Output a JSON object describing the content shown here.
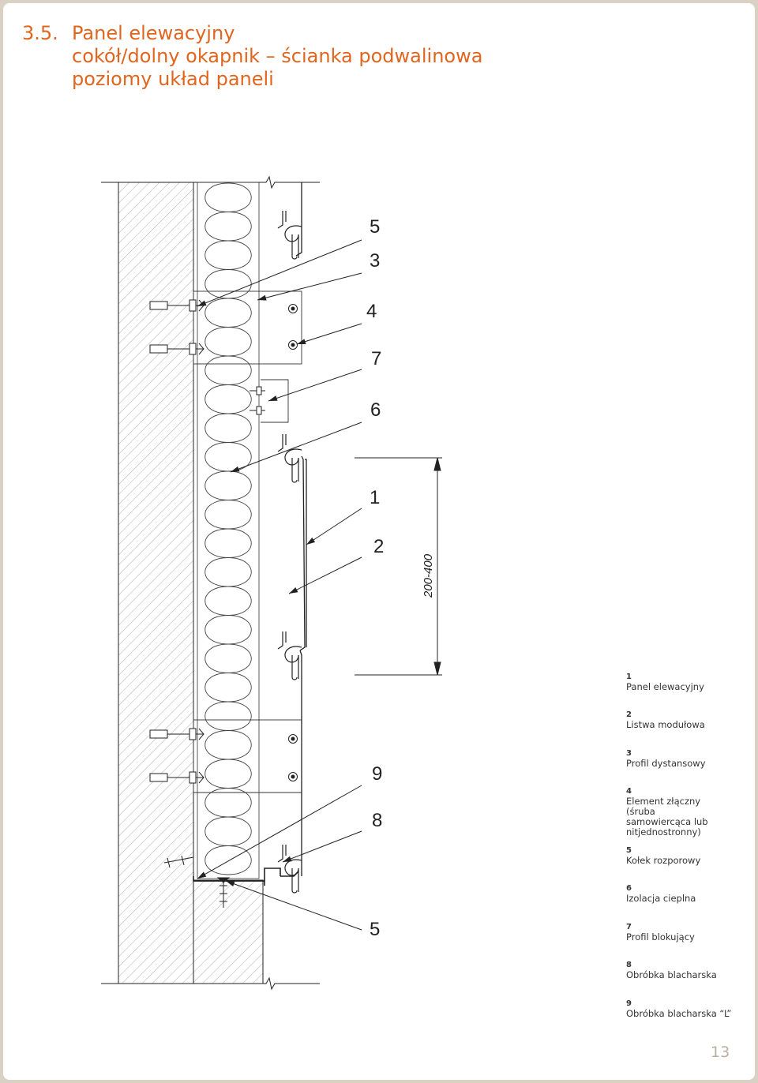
{
  "header": {
    "section_number": "3.5.",
    "title_lines": [
      "Panel elewacyjny",
      "cokół/dolny okapnik – ścianka podwalinowa",
      "poziomy układ paneli"
    ]
  },
  "drawing": {
    "callouts": [
      "5",
      "3",
      "4",
      "7",
      "6",
      "1",
      "2",
      "9",
      "8",
      "5"
    ],
    "dimension": "200-400"
  },
  "legend": [
    {
      "num": "1",
      "text": "Panel elewacyjny"
    },
    {
      "num": "2",
      "text": "Listwa modułowa"
    },
    {
      "num": "3",
      "text": "Profil dystansowy"
    },
    {
      "num": "4",
      "text": "Element złączny (śruba samowiercąca lub nitjednostronny)"
    },
    {
      "num": "5",
      "text": "Kołek rozporowy"
    },
    {
      "num": "6",
      "text": "Izolacja cieplna"
    },
    {
      "num": "7",
      "text": "Profil blokujący"
    },
    {
      "num": "8",
      "text": "Obróbka blacharska"
    },
    {
      "num": "9",
      "text": "Obróbka blacharska “L”"
    }
  ],
  "page_number": "13",
  "colors": {
    "title": "#e0661f",
    "frame": "#d9d1c4",
    "page_number": "#b9b0a0"
  }
}
